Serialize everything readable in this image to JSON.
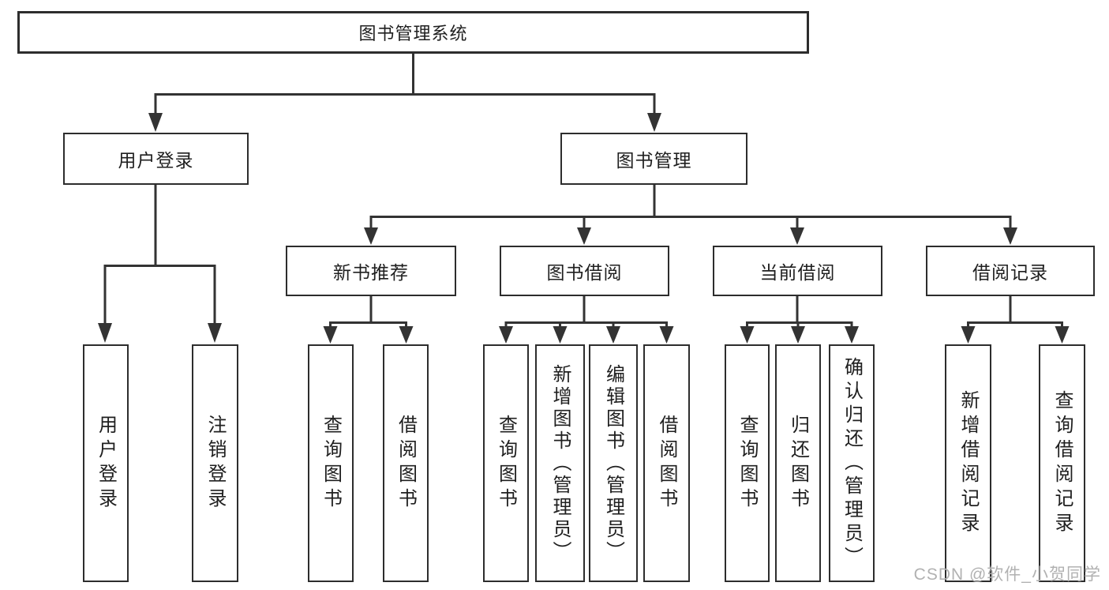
{
  "tree": {
    "root": {
      "label": "图书管理系统"
    },
    "user_login": {
      "label": "用户登录",
      "children": [
        {
          "label": "用户登录"
        },
        {
          "label": "注销登录"
        }
      ]
    },
    "book_management": {
      "label": "图书管理",
      "children": [
        {
          "label": "新书推荐",
          "children": [
            {
              "label": "查询图书"
            },
            {
              "label": "借阅图书"
            }
          ]
        },
        {
          "label": "图书借阅",
          "children": [
            {
              "label": "查询图书"
            },
            {
              "label": "新增图书（管理员）"
            },
            {
              "label": "编辑图书（管理员）"
            },
            {
              "label": "借阅图书"
            }
          ]
        },
        {
          "label": "当前借阅",
          "children": [
            {
              "label": "查询图书"
            },
            {
              "label": "归还图书"
            },
            {
              "label": "确认归还（管理员）"
            }
          ]
        },
        {
          "label": "借阅记录",
          "children": [
            {
              "label": "新增借阅记录"
            },
            {
              "label": "查询借阅记录"
            }
          ]
        }
      ]
    }
  },
  "colors": {
    "line": "#333333",
    "border": "#2d2d2d",
    "text": "#1f1f1f",
    "watermark": "#b1b1b1",
    "background": "#ffffff"
  },
  "watermark": {
    "text": "CSDN @软件_小贺同学"
  }
}
